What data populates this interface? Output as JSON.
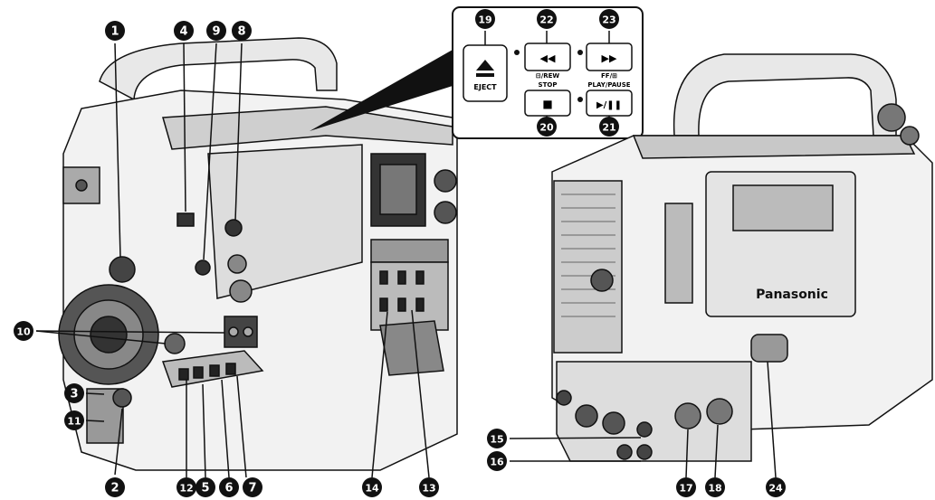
{
  "callouts": [
    {
      "n": "1",
      "glyph": "❶"
    },
    {
      "n": "2",
      "glyph": "❷"
    },
    {
      "n": "3",
      "glyph": "❸"
    },
    {
      "n": "4",
      "glyph": "❹"
    },
    {
      "n": "5",
      "glyph": "❺"
    },
    {
      "n": "6",
      "glyph": "❻"
    },
    {
      "n": "7",
      "glyph": "❼"
    },
    {
      "n": "8",
      "glyph": "❽"
    },
    {
      "n": "9",
      "glyph": "❾"
    },
    {
      "n": "10",
      "glyph": "❿"
    },
    {
      "n": "11",
      "glyph": "⓫"
    },
    {
      "n": "12",
      "glyph": "⓬"
    },
    {
      "n": "13",
      "glyph": "⓭"
    },
    {
      "n": "14",
      "glyph": "⓮"
    },
    {
      "n": "15",
      "glyph": "⓯"
    },
    {
      "n": "16",
      "glyph": "⓰"
    },
    {
      "n": "17",
      "glyph": "⓱"
    },
    {
      "n": "18",
      "glyph": "⓲"
    },
    {
      "n": "19",
      "glyph": "⓳"
    },
    {
      "n": "20",
      "glyph": "⓴"
    },
    {
      "n": "21",
      "glyph": "21"
    },
    {
      "n": "22",
      "glyph": "22"
    },
    {
      "n": "23",
      "glyph": "23"
    },
    {
      "n": "24",
      "glyph": "24"
    }
  ],
  "inset": {
    "eject": "EJECT",
    "rew_symbol": "◀◀",
    "rew_label": "⊟/REW",
    "ff_symbol": "▶▶",
    "ff_label": "FF/⊞",
    "stop_label": "STOP",
    "stop_symbol": "■",
    "play_label": "PLAY/PAUSE",
    "play_symbol": "▶/❚❚"
  },
  "brand": "Panasonic"
}
